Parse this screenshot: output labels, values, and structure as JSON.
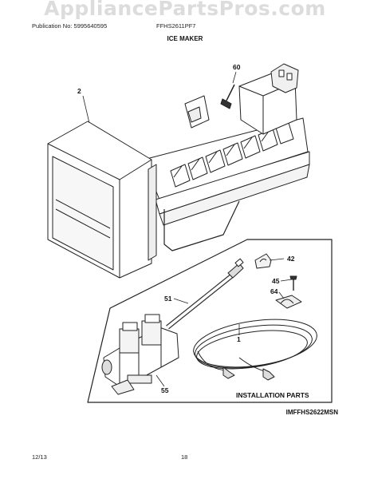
{
  "watermark": "AppliancePartsPros.com",
  "header": {
    "publication": "Publication No: 5995640595",
    "model": "FFHS2611PF7"
  },
  "title": "ICE MAKER",
  "callouts": {
    "c60": "60",
    "c2": "2",
    "c42": "42",
    "c45": "45",
    "c64": "64",
    "c51": "51",
    "c1": "1",
    "c55": "55"
  },
  "installation_label": "INSTALLATION PARTS",
  "diagram_code": "IMFFHS2622MSN",
  "footer": {
    "date": "12/13",
    "page": "18"
  }
}
